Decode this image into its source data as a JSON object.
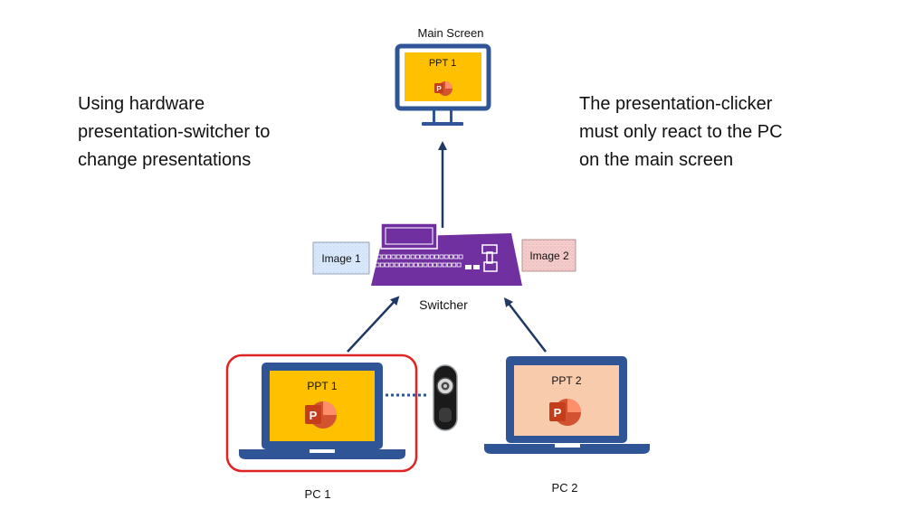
{
  "description_left": {
    "lines": [
      "Using hardware",
      "presentation-switcher to",
      "change presentations"
    ]
  },
  "description_right": {
    "lines": [
      "The presentation-clicker",
      "must only react to the PC",
      "on the main screen"
    ]
  },
  "main_screen": {
    "label": "Main Screen",
    "slide_label": "PPT 1"
  },
  "switcher": {
    "label": "Switcher",
    "input_left_label": "Image 1",
    "input_right_label": "Image 2"
  },
  "pc1": {
    "label": "PC 1",
    "slide_label": "PPT 1",
    "selected": true
  },
  "pc2": {
    "label": "PC 2",
    "slide_label": "PPT 2",
    "selected": false
  },
  "icons": {
    "powerpoint": "powerpoint-icon",
    "clicker": "presentation-clicker-icon",
    "arrow": "arrow-up-icon"
  },
  "colors": {
    "device_frame": "#2f5597",
    "ppt1_slide": "#ffc000",
    "ppt2_slide": "#f8cbad",
    "switcher_body": "#7030a0",
    "selection_outline": "#e02424",
    "powerpoint_brand": "#c43e1c",
    "image1_fill": "#dae8fc",
    "image2_fill": "#f4cccc"
  }
}
